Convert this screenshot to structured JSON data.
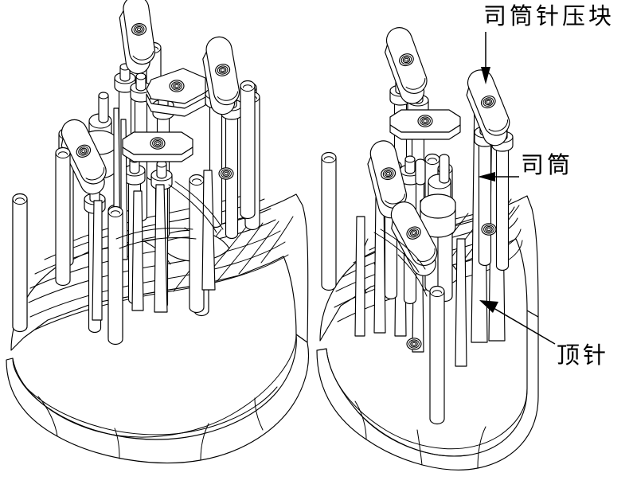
{
  "figure": {
    "title": "",
    "type": "patent-line-drawing",
    "background_color": "#ffffff",
    "line_color": "#000000",
    "views": [
      {
        "name": "left-assembly",
        "description": "ejector pin assembly isometric view"
      },
      {
        "name": "right-assembly",
        "description": "ejector pin assembly isometric view with callouts"
      }
    ]
  },
  "callouts": [
    {
      "id": "clamp-block",
      "label": "司筒针压块",
      "leader": "vertical-down-arrow",
      "target": "clamp plate on right assembly"
    },
    {
      "id": "sleeve",
      "label": "司筒",
      "leader": "horizontal-left-arrow",
      "target": "sleeve cylinder on right assembly"
    },
    {
      "id": "ejector-pin",
      "label": "顶针",
      "leader": "diagonal-up-left-arrow",
      "target": "ejector pin on right assembly base"
    }
  ],
  "colors": {
    "line": "#000000",
    "background": "#ffffff",
    "arrow_fill": "#000000"
  }
}
